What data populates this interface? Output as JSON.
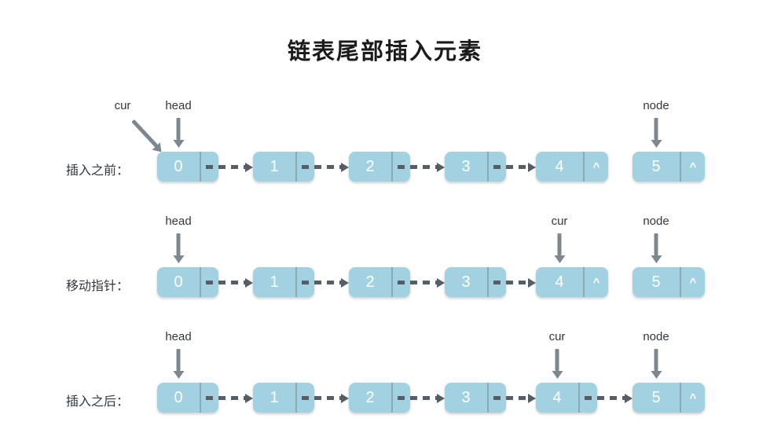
{
  "title": "链表尾部插入元素",
  "rows": [
    {
      "label": "插入之前：",
      "pointers": [
        {
          "name": "cur",
          "target": "0"
        },
        {
          "name": "head",
          "target": "0"
        },
        {
          "name": "node",
          "target": "5"
        }
      ],
      "nodes": [
        {
          "value": "0",
          "next": ""
        },
        {
          "value": "1",
          "next": ""
        },
        {
          "value": "2",
          "next": ""
        },
        {
          "value": "3",
          "next": ""
        },
        {
          "value": "4",
          "next": "^"
        },
        {
          "value": "5",
          "next": "^"
        }
      ]
    },
    {
      "label": "移动指针：",
      "pointers": [
        {
          "name": "head",
          "target": "0"
        },
        {
          "name": "cur",
          "target": "4"
        },
        {
          "name": "node",
          "target": "5"
        }
      ],
      "nodes": [
        {
          "value": "0",
          "next": ""
        },
        {
          "value": "1",
          "next": ""
        },
        {
          "value": "2",
          "next": ""
        },
        {
          "value": "3",
          "next": ""
        },
        {
          "value": "4",
          "next": "^"
        },
        {
          "value": "5",
          "next": "^"
        }
      ]
    },
    {
      "label": "插入之后：",
      "pointers": [
        {
          "name": "head",
          "target": "0"
        },
        {
          "name": "cur",
          "target": "4"
        },
        {
          "name": "node",
          "target": "5"
        }
      ],
      "nodes": [
        {
          "value": "0",
          "next": ""
        },
        {
          "value": "1",
          "next": ""
        },
        {
          "value": "2",
          "next": ""
        },
        {
          "value": "3",
          "next": ""
        },
        {
          "value": "4",
          "next": ""
        },
        {
          "value": "5",
          "next": "^"
        }
      ]
    }
  ],
  "colors": {
    "node_fill": "#a2d2e2",
    "node_text": "#ffffff",
    "node_divider": "#8ba8b4",
    "chain_arrow": "#555d66",
    "pointer_arrow": "#7d8790",
    "text": "#33383d",
    "background": "#ffffff"
  }
}
